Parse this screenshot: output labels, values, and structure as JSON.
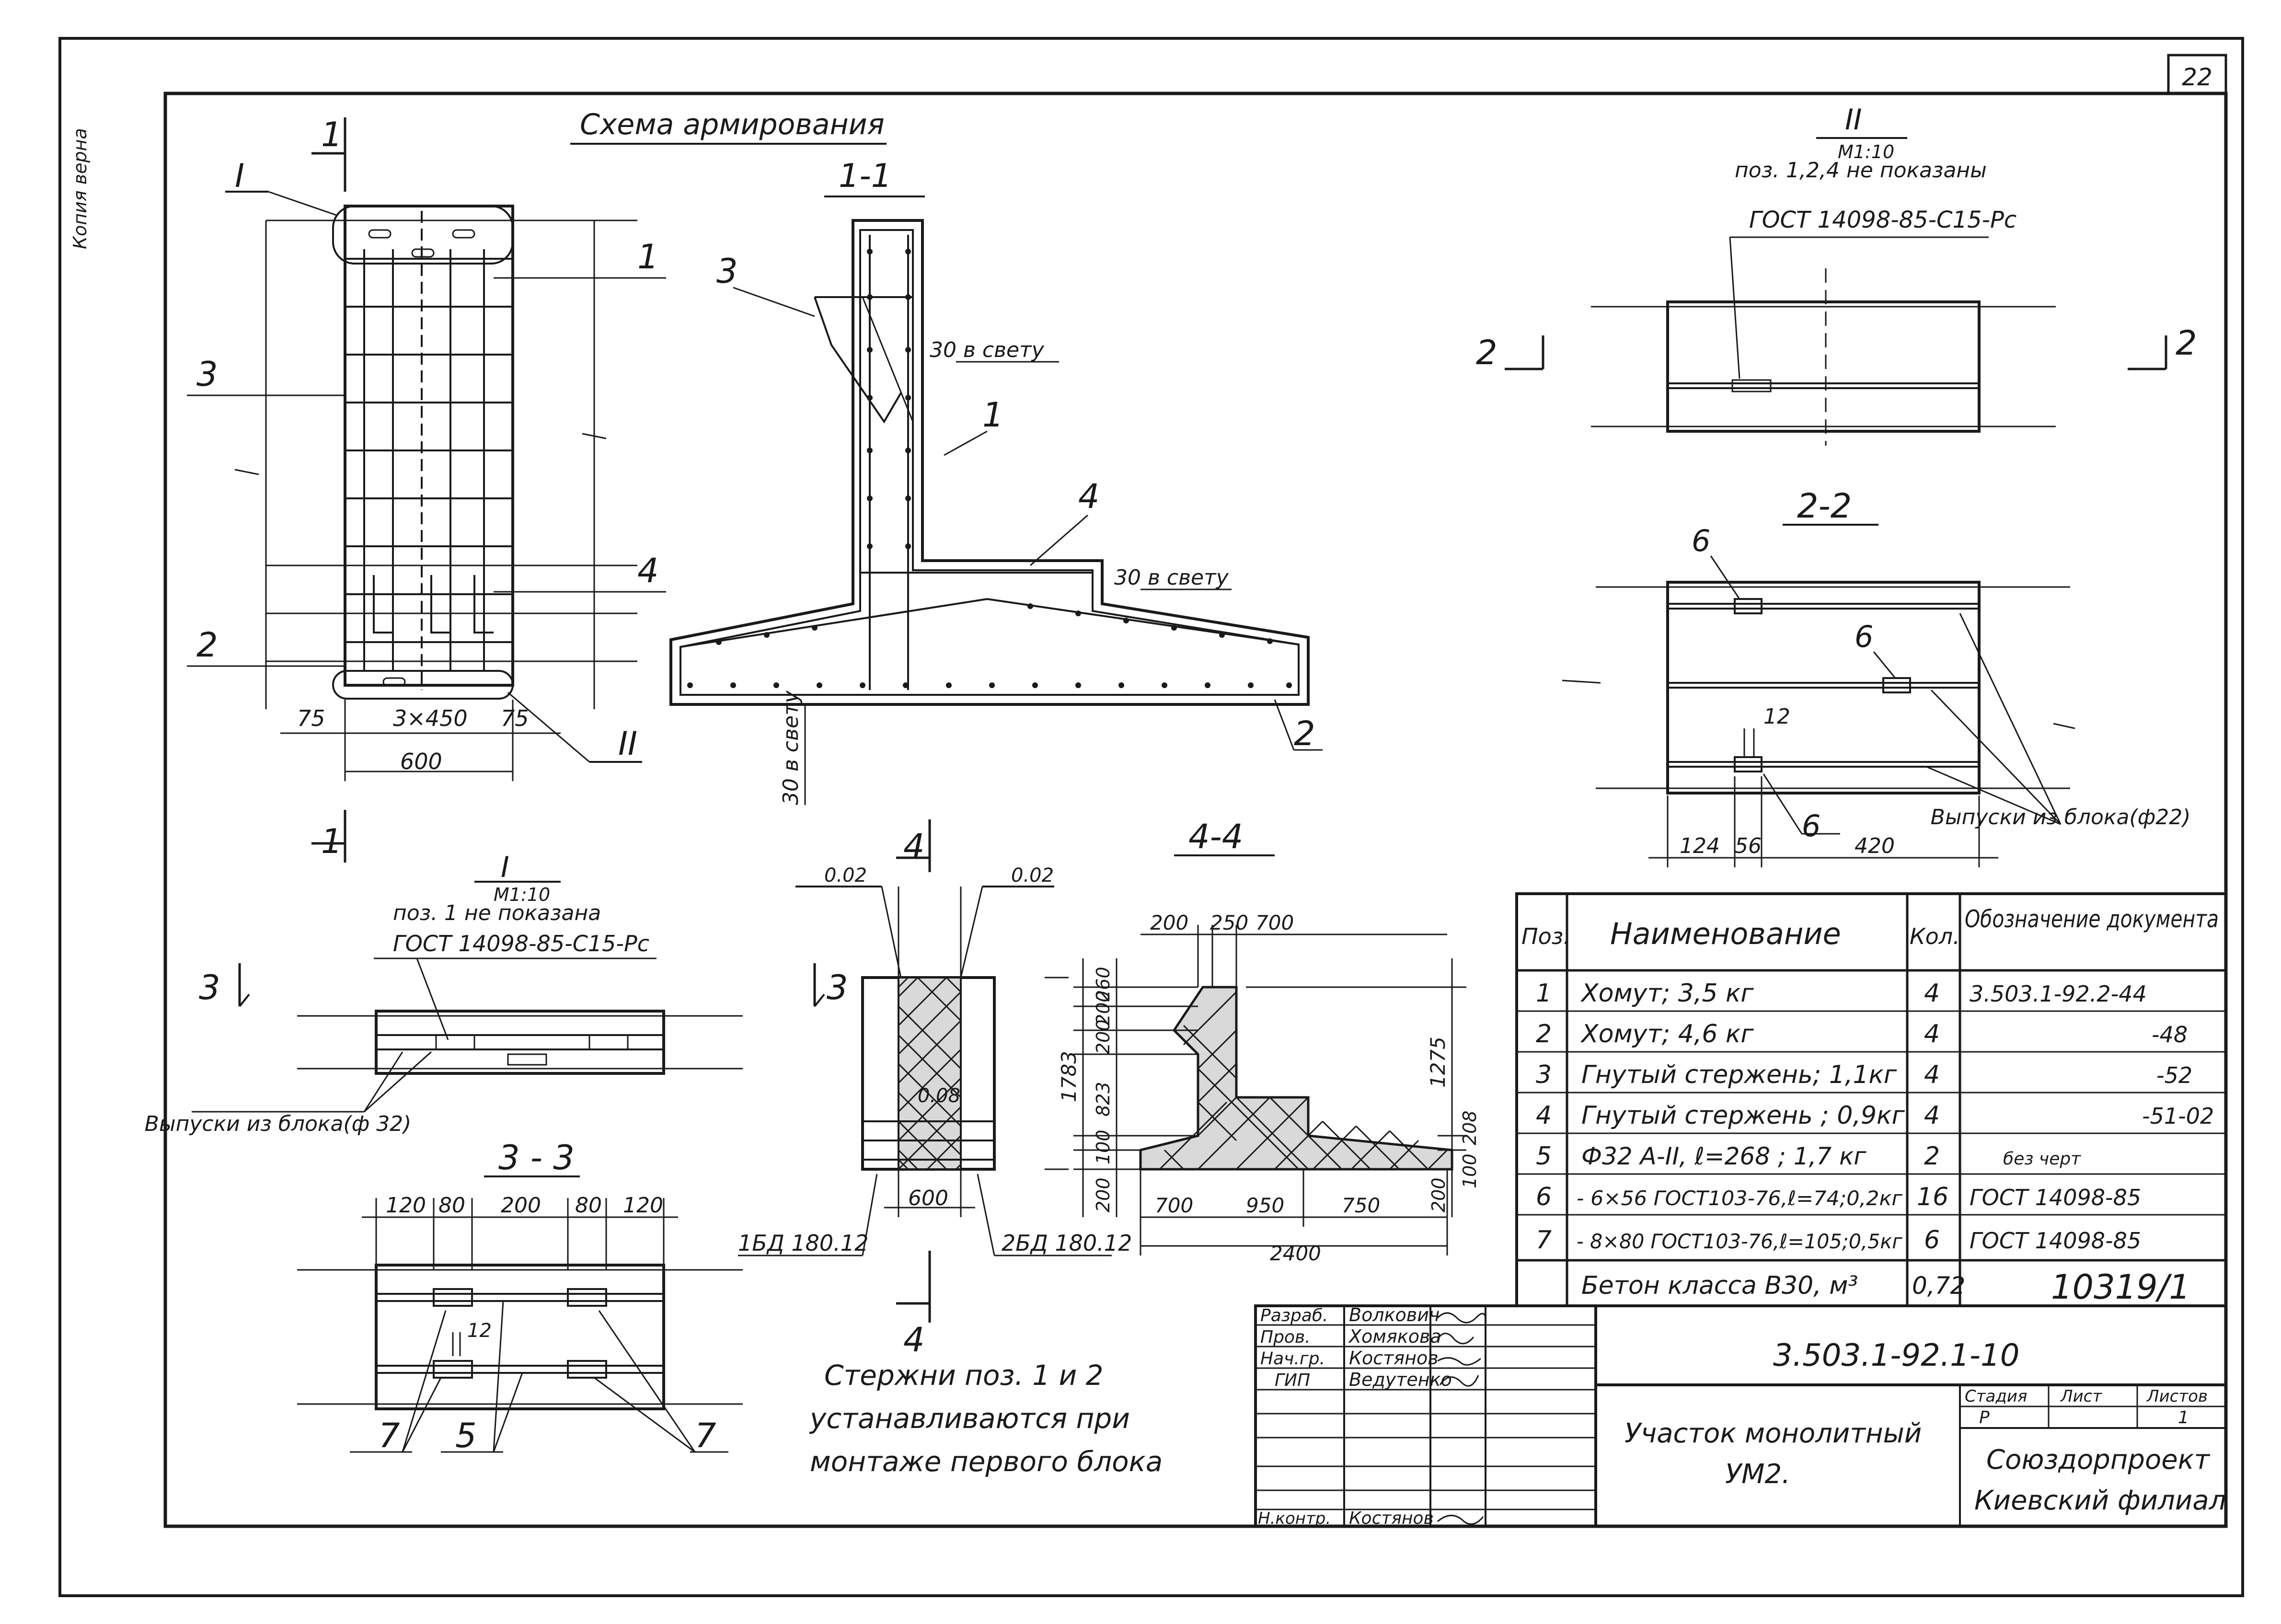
{
  "sheet": {
    "page_number": "22",
    "side_note": "Копия верна",
    "title": "Схема армирования"
  },
  "plan_view": {
    "cut_label": "1",
    "callout_1": "I",
    "callout_2": "II",
    "pos_labels": [
      "1",
      "3",
      "4",
      "2"
    ],
    "dims": [
      "75",
      "3×450",
      "75",
      "600"
    ]
  },
  "section_1_1": {
    "title": "1-1",
    "pos_labels": [
      "3",
      "1",
      "4",
      "2"
    ],
    "note_top": "30 в свету",
    "note_mid": "30 в свету",
    "note_bottom": "30 в свету"
  },
  "detail_II": {
    "title": "II",
    "scale": "М1:10",
    "note": "поз. 1,2,4 не показаны",
    "gost": "ГОСТ 14098-85-С15-Рс",
    "cut_label": "2"
  },
  "section_2_2": {
    "title": "2-2",
    "pos_labels": [
      "6",
      "6",
      "6"
    ],
    "dims": [
      "12",
      "124",
      "56",
      "420"
    ],
    "outlet_note": "Выпуски из блока(ф22)"
  },
  "detail_I": {
    "title": "I",
    "scale": "М1:10",
    "note": "поз. 1 не показана",
    "gost": "ГОСТ 14098-85-С15-Рс",
    "cut_label": "3",
    "outlet_note": "Выпуски из блока(ф 32)"
  },
  "section_3_3": {
    "title": "3 - 3",
    "dims": [
      "120",
      "80",
      "200",
      "80",
      "120",
      "12"
    ],
    "pos_labels": [
      "7",
      "5",
      "7"
    ]
  },
  "section_4_4_front": {
    "cut_label": "4",
    "marks": [
      "0.02",
      "0.02",
      "0.08"
    ],
    "dim": "600",
    "block_left": "1БД 180.12",
    "block_right": "2БД 180.12"
  },
  "section_4_4": {
    "title": "4-4",
    "top_dims": [
      "200",
      "250",
      "700"
    ],
    "left_dims": [
      "260",
      "200",
      "200",
      "823",
      "100",
      "200"
    ],
    "overall_left": "1783",
    "right_dims": [
      "1275",
      "208",
      "100",
      "200"
    ],
    "bottom_dims": [
      "700",
      "950",
      "750"
    ],
    "total": "2400"
  },
  "install_note": [
    "Стержни поз. 1 и 2",
    "устанавливаются при",
    "монтаже первого блока"
  ],
  "spec_table": {
    "headers": [
      "Поз.",
      "Наименование",
      "Кол.",
      "Обозначение документа"
    ],
    "rows": [
      [
        "1",
        "Хомут; 3,5 кг",
        "4",
        "3.503.1-92.2-44"
      ],
      [
        "2",
        "Хомут; 4,6 кг",
        "4",
        "-48"
      ],
      [
        "3",
        "Гнутый стержень; 1,1кг",
        "4",
        "-52"
      ],
      [
        "4",
        "Гнутый стержень ; 0,9кг",
        "4",
        "-51-02"
      ],
      [
        "5",
        "Ф32 А-II, ℓ=268 ; 1,7 кг",
        "2",
        "без черт"
      ],
      [
        "6",
        "- 6×56 ГОСТ103-76,ℓ=74;0,2кг",
        "16",
        "ГОСТ 14098-85"
      ],
      [
        "7",
        "- 8×80 ГОСТ103-76,ℓ=105;0,5кг",
        "6",
        "ГОСТ 14098-85"
      ],
      [
        "",
        "Бетон класса В30, м³",
        "0,72",
        ""
      ]
    ]
  },
  "title_block": {
    "archive_no": "10319/1",
    "code": "3.503.1-92.1-10",
    "roles": [
      "Разраб.",
      "Пров.",
      "Нач.гр.",
      "ГИП",
      "",
      "",
      "",
      "Н.контр."
    ],
    "names": [
      "Волкович",
      "Хомякова",
      "Костянов",
      "Ведутенко",
      "",
      "",
      "",
      "Костянов"
    ],
    "stage_header": "Стадия",
    "sheet_header": "Лист",
    "sheets_header": "Листов",
    "stage": "Р",
    "sheets": "1",
    "object_title": [
      "Участок монолитный",
      "УМ2."
    ],
    "org": [
      "Союздорпроект",
      "Киевский филиал"
    ]
  }
}
